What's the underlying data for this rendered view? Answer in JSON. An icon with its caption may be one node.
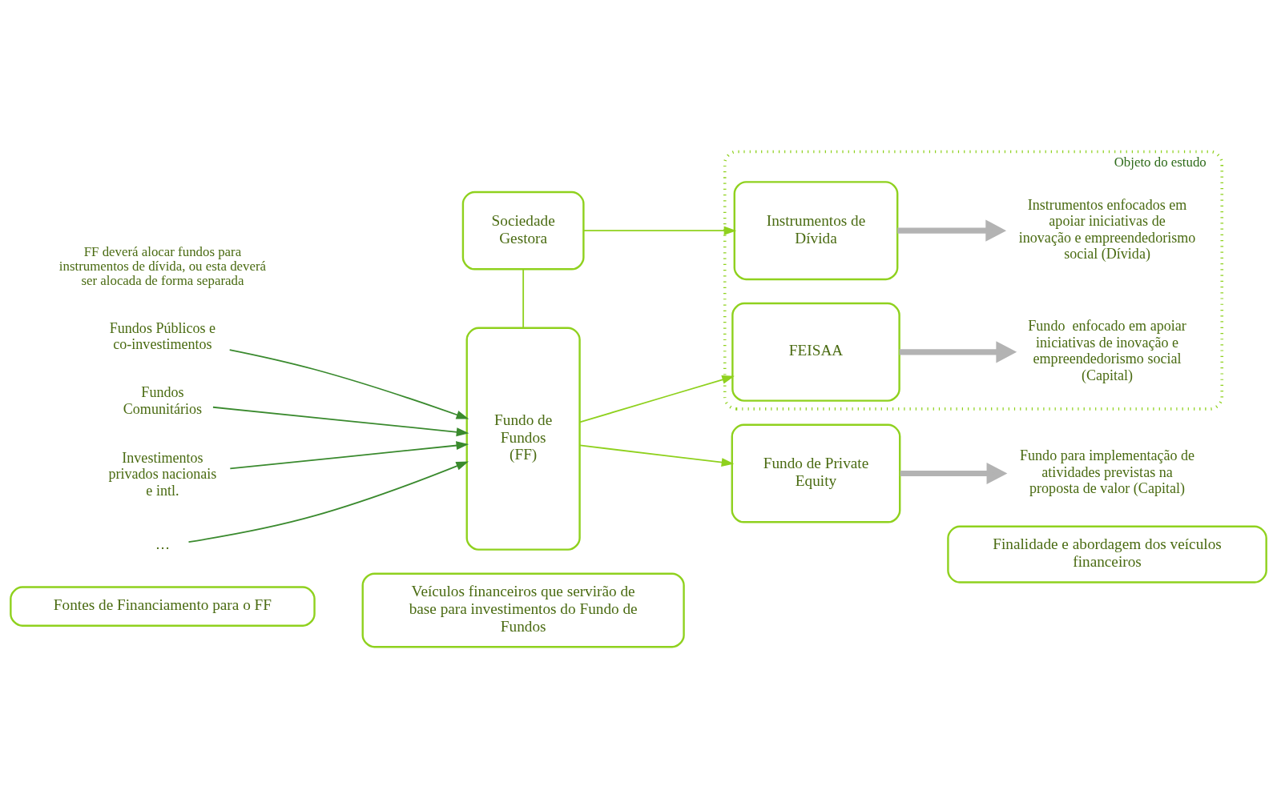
{
  "diagram": {
    "nodes": [
      {
        "text": [
          "Fontes de Financiamento para o FF"
        ]
      },
      {
        "text": [
          "Veículos financeiros que servirão de base para investimentos do Fundo de Fundos"
        ]
      },
      {
        "text": [
          "Finalidade e abordagem dos veículos financeiros"
        ]
      },
      {
        "text": [
          "Fundos Públicos e co-investimentos"
        ]
      },
      {
        "text": [
          "Fundos Comunitários"
        ]
      },
      {
        "text": [
          "Investimentos privados nacionais e intl."
        ]
      },
      {
        "text": [
          "…"
        ]
      },
      {
        "text": [
          "Fundo de Fundos (FF)"
        ]
      },
      {
        "text": [
          "Sociedade Gestora"
        ]
      },
      {
        "text": [
          "Fundo de Private Equity"
        ]
      },
      {
        "text": [
          "Objeto do estudo"
        ]
      },
      {
        "text": [
          "FEISAA"
        ],
        "in": 10
      },
      {
        "text": [
          "Instrumentos de Dívida"
        ],
        "in": 10
      },
      {
        "text": [
          "Fundo para implementação de atividades previstas na proposta de valor (Capital)"
        ]
      },
      {
        "text": [
          "Fundo  enfocado em apoiar iniciativas de inovação e empreendedorismo social (Capital)"
        ],
        "in": 10
      },
      {
        "text": [
          "Instrumentos enfocados em apoiar iniciativas de inovação e empreendedorismo social (Dívida)"
        ],
        "in": 10
      }
    ],
    "edges": [
      {
        "from": 3,
        "to": 7,
        "arrow": "to",
        "color": "#3a8a2e"
      },
      {
        "from": 4,
        "to": 7,
        "arrow": "to",
        "color": "#3a8a2e"
      },
      {
        "from": 5,
        "to": 7,
        "arrow": "to",
        "color": "#3a8a2e"
      },
      {
        "from": 6,
        "to": 7,
        "arrow": "to",
        "color": "#3a8a2e"
      },
      {
        "from": 7,
        "to": 9,
        "arrow": "to",
        "color": "#8fd11e"
      },
      {
        "from": 7,
        "to": 11,
        "arrow": "to",
        "color": "#8fd11e"
      },
      {
        "from": 7,
        "to": 8,
        "arrow": "none",
        "color": "#8fd11e"
      },
      {
        "from": 8,
        "to": 12,
        "arrow": "to",
        "color": "#8fd11e"
      },
      {
        "from": 9,
        "to": 13,
        "arrow": "to",
        "style": "thick",
        "color": "#b3b3b3"
      },
      {
        "from": 11,
        "to": 14,
        "arrow": "to",
        "style": "thick",
        "color": "#b3b3b3"
      },
      {
        "from": 12,
        "to": 15,
        "arrow": "to",
        "style": "thick",
        "color": "#b3b3b3"
      }
    ],
    "labels": [
      "FF deverá alocar fundos para instrumentos de dívida, ou esta deverá ser alocada de forma separada"
    ]
  }
}
